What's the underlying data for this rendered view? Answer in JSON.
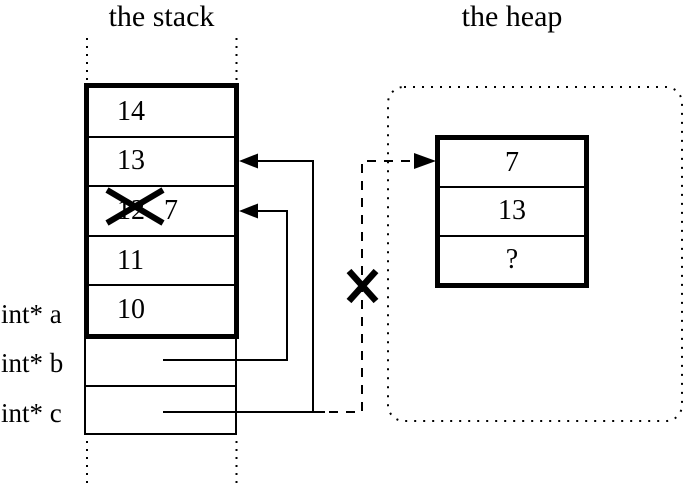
{
  "colors": {
    "ink": "#000000",
    "background": "#ffffff"
  },
  "titles": {
    "stack": "the stack",
    "heap": "the heap"
  },
  "stack": {
    "frame_cells": [
      {
        "value": "14"
      },
      {
        "value": "13"
      },
      {
        "old_value": "12",
        "new_value": "7",
        "crossed_out": true
      },
      {
        "value": "11"
      },
      {
        "value": "10"
      }
    ],
    "pointer_labels": [
      "int* a",
      "int* b",
      "int* c"
    ]
  },
  "heap": {
    "object_cells": [
      "7",
      "13",
      "?"
    ]
  },
  "connections": [
    {
      "from": "int* b",
      "to": "stack cell 12/7",
      "style": "solid-arrow"
    },
    {
      "from": "int* c",
      "to": "stack cell 13",
      "style": "solid-arrow"
    },
    {
      "from": "int* c",
      "to": "heap cell 7",
      "style": "dashed-arrow",
      "crossed_out": true
    }
  ]
}
